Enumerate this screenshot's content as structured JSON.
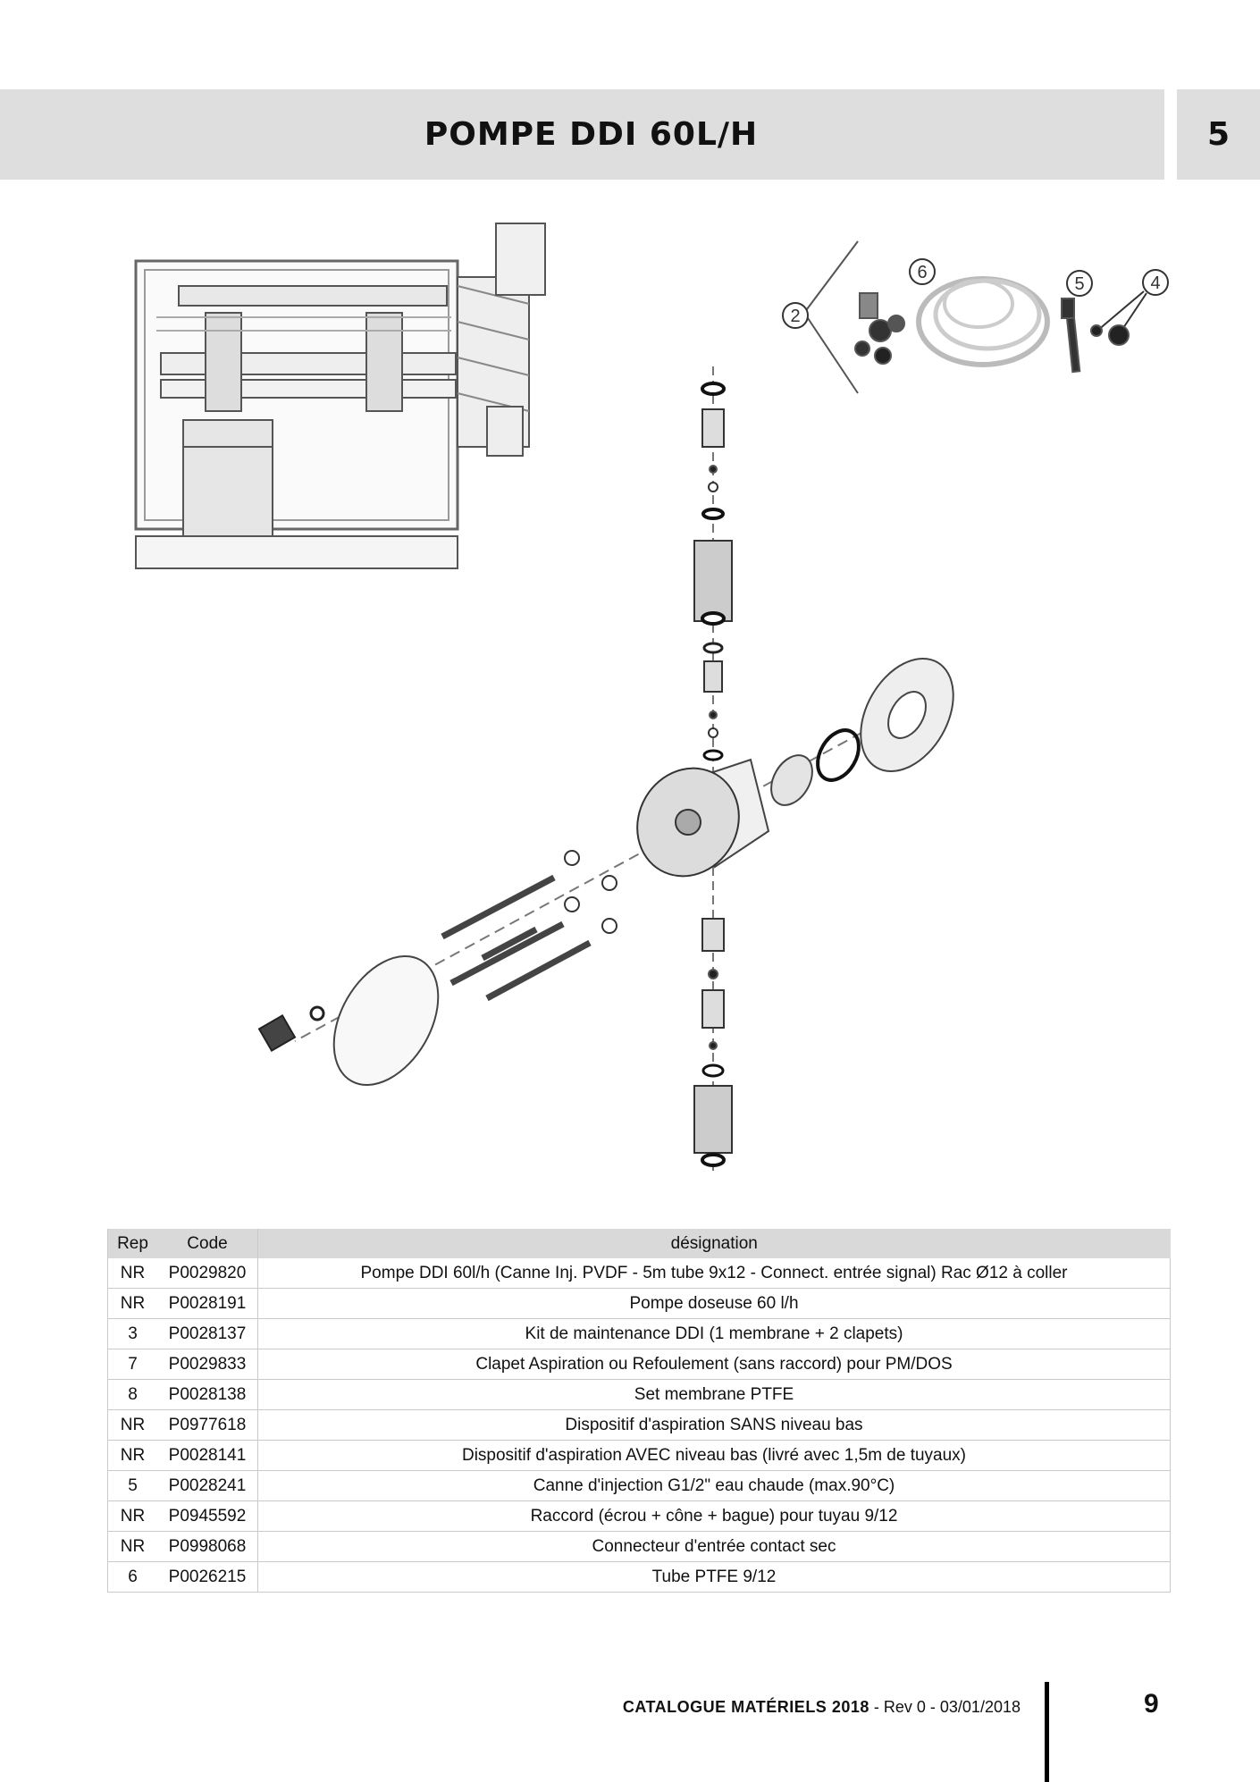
{
  "header": {
    "title": "POMPE DDI 60L/H",
    "section_number": "5"
  },
  "callouts": [
    "2",
    "6",
    "5",
    "4"
  ],
  "table": {
    "headers": [
      "Rep",
      "Code",
      "désignation"
    ],
    "rows": [
      [
        "NR",
        "P0029820",
        "Pompe DDI 60l/h (Canne Inj. PVDF - 5m tube 9x12 - Connect. entrée signal) Rac Ø12 à coller"
      ],
      [
        "NR",
        "P0028191",
        "Pompe doseuse 60 l/h"
      ],
      [
        "3",
        "P0028137",
        "Kit de maintenance DDI (1 membrane + 2 clapets)"
      ],
      [
        "7",
        "P0029833",
        "Clapet Aspiration ou Refoulement (sans raccord) pour PM/DOS"
      ],
      [
        "8",
        "P0028138",
        "Set membrane PTFE"
      ],
      [
        "NR",
        "P0977618",
        "Dispositif d'aspiration SANS niveau bas"
      ],
      [
        "NR",
        "P0028141",
        "Dispositif d'aspiration AVEC niveau bas (livré avec 1,5m de tuyaux)"
      ],
      [
        "5",
        "P0028241",
        "Canne d'injection G1/2\" eau chaude (max.90°C)"
      ],
      [
        "NR",
        "P0945592",
        "Raccord (écrou + cône + bague) pour tuyau 9/12"
      ],
      [
        "NR",
        "P0998068",
        "Connecteur d'entrée contact sec"
      ],
      [
        "6",
        "P0026215",
        "Tube PTFE 9/12"
      ]
    ]
  },
  "footer": {
    "catalogue": "CATALOGUE MATÉRIELS 2018",
    "revision": "- Rev 0 - 03/01/2018",
    "page": "9"
  }
}
